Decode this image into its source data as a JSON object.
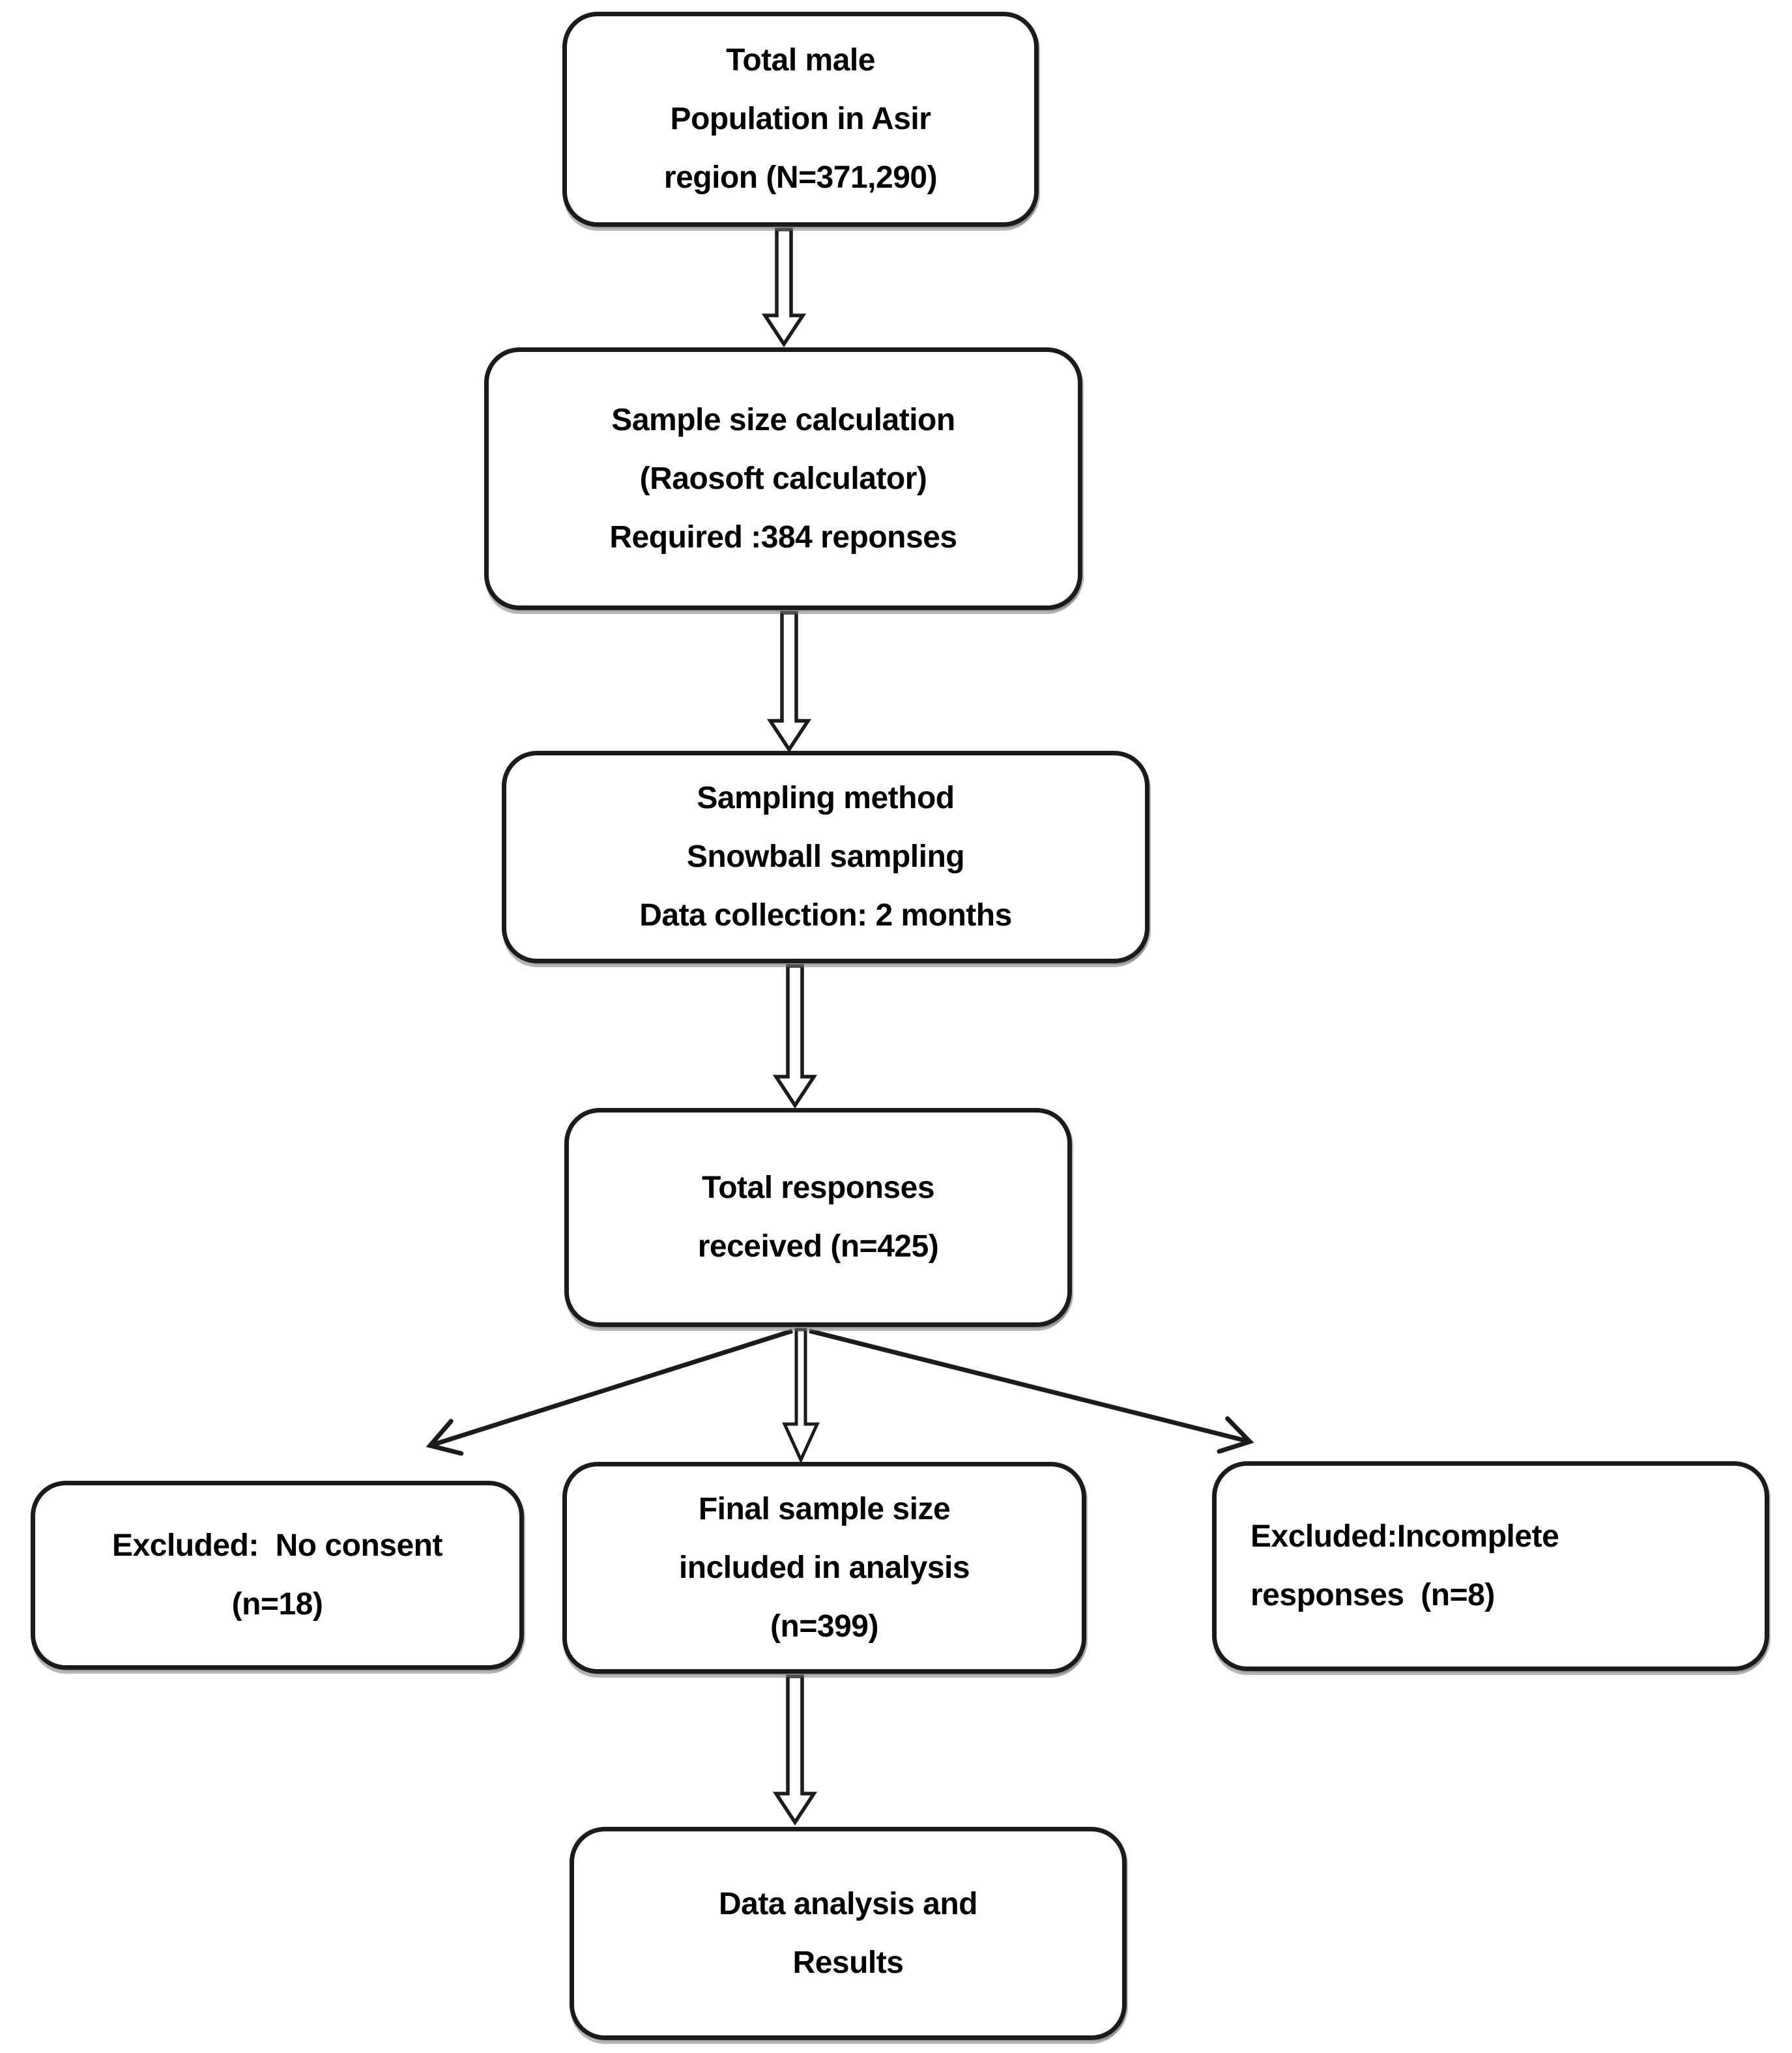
{
  "colors": {
    "background": "#ffffff",
    "box_border": "#1b1b1b",
    "text": "#000000"
  },
  "diagram": {
    "type": "flowchart",
    "nodes": {
      "population": {
        "text": "Total male\nPopulation in Asir\nregion (N=371,290)"
      },
      "sample_size": {
        "text": "Sample size calculation\n(Raosoft calculator)\nRequired :384 reponses"
      },
      "sampling_method": {
        "text": "Sampling method\nSnowball sampling\nData collection: 2 months"
      },
      "total_responses": {
        "text": "Total responses\nreceived (n=425)"
      },
      "excluded_no_consent": {
        "text": "Excluded:  No consent\n(n=18)"
      },
      "final_sample": {
        "text": "Final sample size\nincluded in analysis\n(n=399)"
      },
      "excluded_incomplete": {
        "text": "Excluded:Incomplete\nresponses  (n=8)"
      },
      "data_analysis": {
        "text": "Data analysis and\nResults"
      }
    },
    "edges": [
      {
        "from": "population",
        "to": "sample_size",
        "style": "hollow-arrow"
      },
      {
        "from": "sample_size",
        "to": "sampling_method",
        "style": "hollow-arrow"
      },
      {
        "from": "sampling_method",
        "to": "total_responses",
        "style": "hollow-arrow"
      },
      {
        "from": "total_responses",
        "to": "excluded_no_consent",
        "style": "line-arrow"
      },
      {
        "from": "total_responses",
        "to": "final_sample",
        "style": "hollow-arrow"
      },
      {
        "from": "total_responses",
        "to": "excluded_incomplete",
        "style": "line-arrow"
      },
      {
        "from": "final_sample",
        "to": "data_analysis",
        "style": "hollow-arrow"
      }
    ]
  }
}
